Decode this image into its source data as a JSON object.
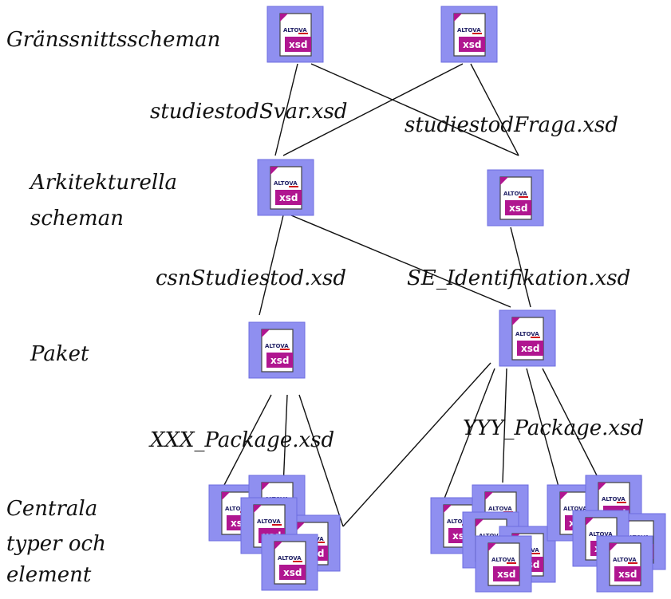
{
  "levels": {
    "interface": "Gränssnittsscheman",
    "architecture_line1": "Arkitekturella",
    "architecture_line2": "scheman",
    "package": "Paket",
    "central_line1": "Centrala",
    "central_line2": "typer och",
    "central_line3": "element"
  },
  "files": {
    "svar": "studiestodSvar.xsd",
    "fraga": "studiestodFraga.xsd",
    "csn": "csnStudiestod.xsd",
    "se_id": "SE_Identifikation.xsd",
    "xxx": "XXX_Package.xsd",
    "yyy": "YYY_Package.xsd"
  },
  "icon": {
    "logo": "ALTOVA",
    "badge": "xsd",
    "name": "xsd-file-icon"
  },
  "colors": {
    "tile": "#8f8ff0",
    "badge": "#b01690",
    "logo_bar": "#d0101a"
  }
}
